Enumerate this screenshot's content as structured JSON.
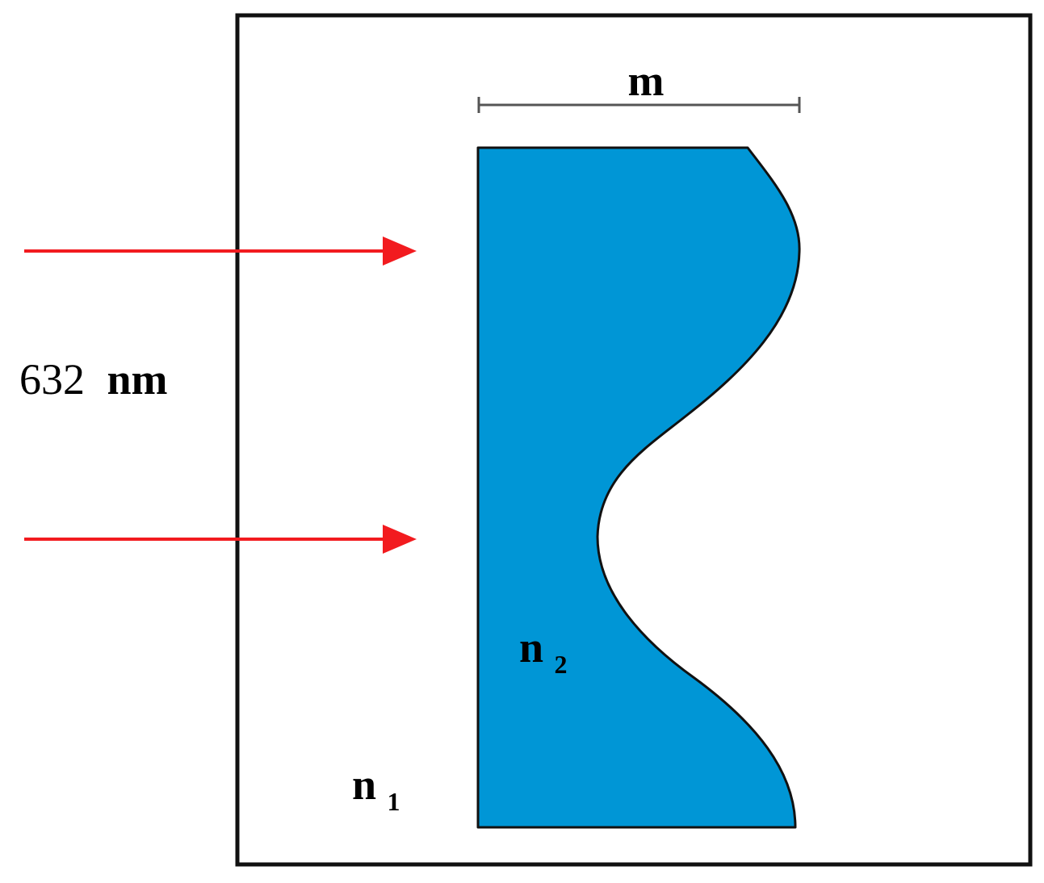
{
  "labels": {
    "width_symbol": "m",
    "wavelength_value": "632",
    "wavelength_unit": "nm",
    "medium_outer_base": "n",
    "medium_outer_sub": "1",
    "medium_inner_base": "n",
    "medium_inner_sub": "2"
  },
  "colors": {
    "object_fill": "#0096D6",
    "arrow": "#F21B1F",
    "frame": "#111111",
    "dimension_line": "#555555"
  }
}
